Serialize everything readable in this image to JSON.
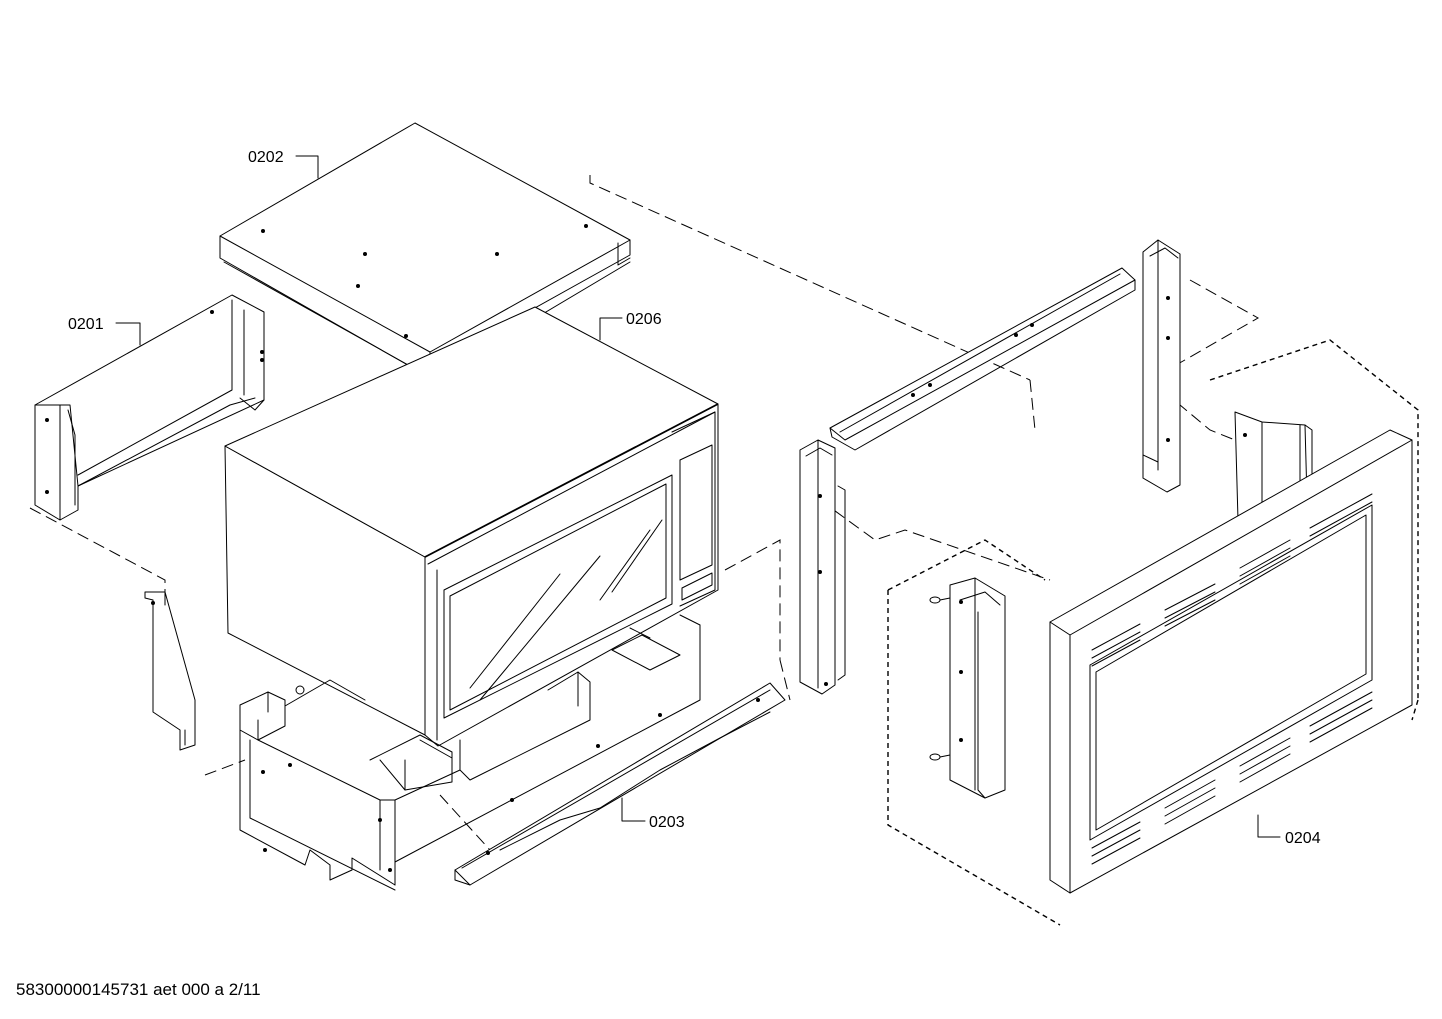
{
  "parts": {
    "p0201": "0201",
    "p0202": "0202",
    "p0203": "0203",
    "p0204": "0204",
    "p0206": "0206"
  },
  "footer": "58300000145731 aet 000 a 2/11"
}
